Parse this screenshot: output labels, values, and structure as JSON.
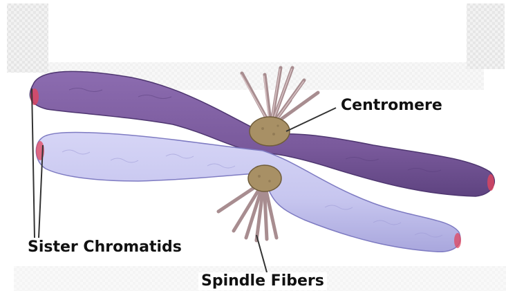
{
  "labels": {
    "centromere": "Centromere",
    "sister_chromatids": "Sister Chromatids",
    "spindle_fibers": "Spindle Fibers"
  },
  "colors": {
    "dark_chromatid": "#7a5a9c",
    "light_chromatid": "#c7c6ef",
    "centromere": "#a89065",
    "spindle_fiber": "#b89a9c",
    "telomere_tip": "#e0455e",
    "background_texture": "#ececec"
  }
}
